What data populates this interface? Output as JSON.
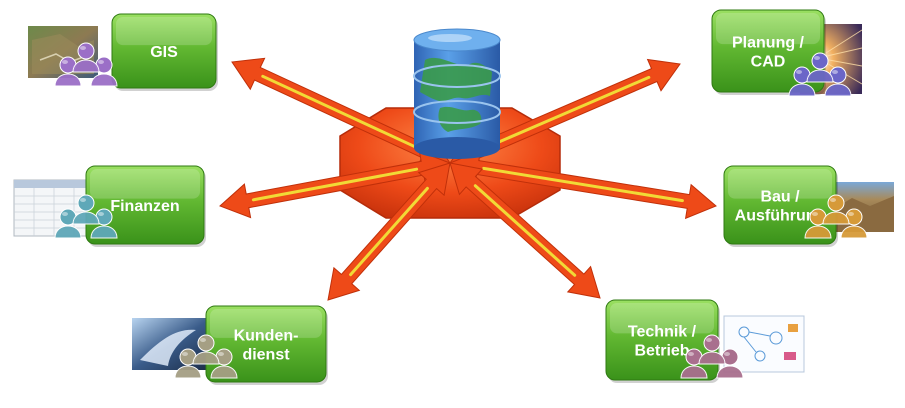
{
  "colors": {
    "box_top": "#8fd35a",
    "box_bottom": "#3f9a1d",
    "hub": "#ee4a18",
    "arrow": "#ee4a18",
    "arrow_highlight": "#f2ea3a",
    "db_blue": "#3f7fd0",
    "land_green": "#3a9a4a"
  },
  "hub": {
    "icon": "database-globe-icon"
  },
  "nodes": [
    {
      "id": "gis",
      "lines": [
        "GIS"
      ],
      "people_color": "#9b6fc7",
      "thumb": "satellite-map-thumbnail"
    },
    {
      "id": "finanzen",
      "lines": [
        "Finanzen"
      ],
      "people_color": "#5fa8b8",
      "thumb": "spreadsheet-thumbnail"
    },
    {
      "id": "kundendienst",
      "lines": [
        "Kunden-",
        "dienst"
      ],
      "people_color": "#a59f84",
      "thumb": "wave-photo-thumbnail"
    },
    {
      "id": "planung",
      "lines": [
        "Planung /",
        "CAD"
      ],
      "people_color": "#6b66c8",
      "thumb": "light-burst-thumbnail"
    },
    {
      "id": "bau",
      "lines": [
        "Bau /",
        "Ausführung"
      ],
      "people_color": "#d69a38",
      "thumb": "construction-site-thumbnail"
    },
    {
      "id": "technik",
      "lines": [
        "Technik /",
        "Betrieb"
      ],
      "people_color": "#a96f8e",
      "thumb": "schematic-thumbnail"
    }
  ]
}
